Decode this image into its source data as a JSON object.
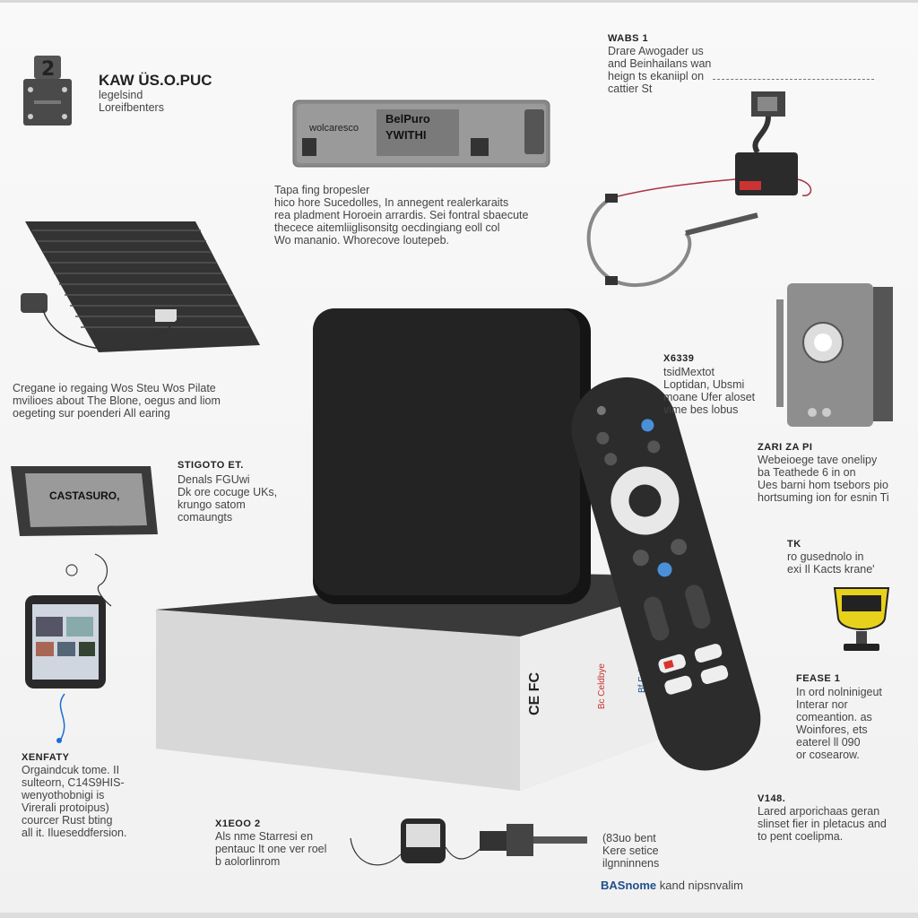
{
  "header": {
    "title": "KAW ÜS.O.PUC",
    "subtitle": "legelsind\nLoreifbenters"
  },
  "stick_label": {
    "left": "wolcaresco",
    "center": "BelPuro\nYWITHI"
  },
  "screen_label": "CASTASURO,",
  "box_marks": {
    "ce": "CE FC",
    "brand_a": "Bc Celdbye",
    "brand_b": "Bf Feioiog"
  },
  "callouts": {
    "top_center": "Tapa fing bropesler\nhico hore Sucedolles, In annegent realerkaraits\nrea pladment Horoein arrardis. Sei fontral sbaecute\nthecece aitemliiglisonsitg oecdingiang eoll col\nWo mananio. Whorecove loutepeb.",
    "top_right_head": "WABS 1",
    "top_right": "Drare Awogader us\nand Beinhailans wan\nheign ts ekaniipl on\ncattier St",
    "left_mid": "Cregane io regaing Wos Steu Wos Pilate\nmvilioes about The Blone, oegus and liom\noegeting sur poenderi All earing",
    "left_screen_head": "STIGOTO ET.",
    "left_screen": "Denals FGUwi\nDk ore cocuge UKs,\nkrungo satom\ncomaungts",
    "right_top_head": "X6339",
    "right_top": "tsidMextot\nLoptidan, Ubsmi\nmoane Ufer aloset\nvime bes lobus",
    "right_mid_head": "ZARI ZA PI",
    "right_mid": "Webeioege tave onelipy\nba Teathede 6 in on\nUes barni hom tsebors pio\nhortsuming ion for esnin Ti",
    "right_tk_head": "TK",
    "right_tk": "ro gusednolo in\nexi Il Kacts krane'",
    "right_lower_head": "FEASE 1",
    "right_lower": "In ord nolninigeut\nInterar nor\ncomeantion. as\nWoinfores, ets\neaterel ll 090\nor cosearow.",
    "right_bottom_head": "V148.",
    "right_bottom": "Lared arporichaas geran\nslinset fier in pletacus and\nto pent coelipma.",
    "left_bottom_head": "XENFATY",
    "left_bottom": "Orgaindcuk tome. II\nsulteorn, C14S9HIS-\nwenyothobnigi is\nVirerali protoipus)\ncourcer Rust bting\nall it. Ilueseddfersion.",
    "bottom_center_head": "X1EOO 2",
    "bottom_center": "Als nme Starresi en\npentauc It one ver roel\nb aolorlinrom",
    "bottom_right": "(83uo bent\nKere setice\nilgnninnens"
  },
  "brand": {
    "name": "BASnome",
    "rest": "kand nipsnvalim"
  },
  "colors": {
    "device": "#1f1f1f",
    "remote": "#2e2e2e",
    "accent_blue": "#1d4f8a",
    "accent_red": "#d9342b",
    "accent_yellow": "#e8d11a"
  }
}
